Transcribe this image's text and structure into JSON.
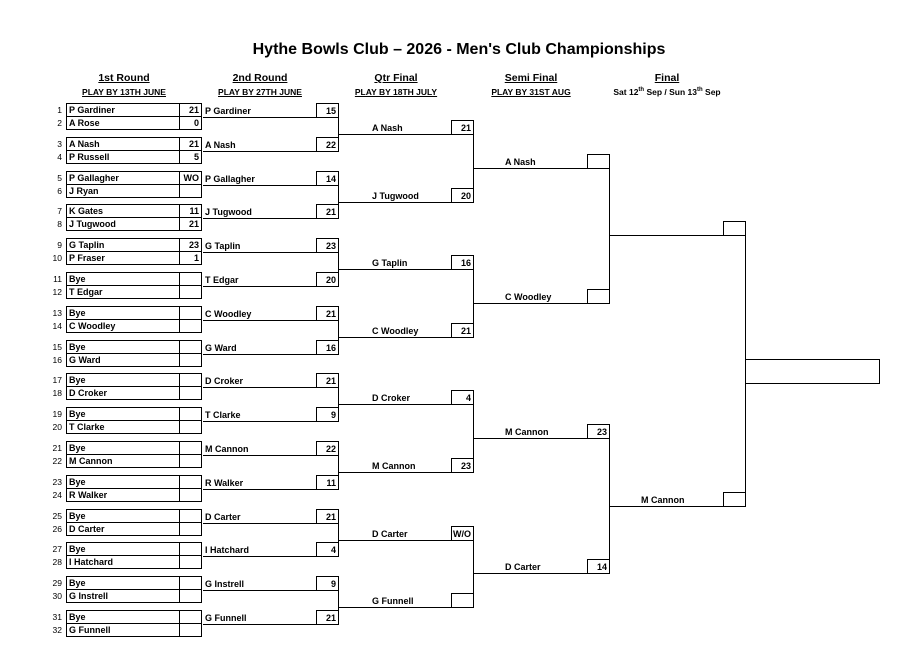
{
  "title": "Hythe Bowls Club – 2026 - Men's Club Championships",
  "rounds": [
    {
      "name": "1st Round",
      "deadline": "PLAY BY 13TH JUNE"
    },
    {
      "name": "2nd Round",
      "deadline": "PLAY BY 27TH JUNE"
    },
    {
      "name": "Qtr Final",
      "deadline": "PLAY BY 18TH JULY"
    },
    {
      "name": "Semi Final",
      "deadline": "PLAY BY 31ST AUG"
    },
    {
      "name": "Final",
      "deadline_parts": [
        "Sat 12",
        "th",
        " Sep / Sun 13",
        "th",
        " Sep"
      ]
    }
  ],
  "round1": [
    {
      "seed": "1",
      "name": "P Gardiner",
      "score": "21"
    },
    {
      "seed": "2",
      "name": "A Rose",
      "score": "0"
    },
    {
      "seed": "3",
      "name": "A Nash",
      "score": "21"
    },
    {
      "seed": "4",
      "name": "P Russell",
      "score": "5"
    },
    {
      "seed": "5",
      "name": "P Gallagher",
      "score": "WO"
    },
    {
      "seed": "6",
      "name": "J Ryan",
      "score": ""
    },
    {
      "seed": "7",
      "name": "K Gates",
      "score": "11"
    },
    {
      "seed": "8",
      "name": "J Tugwood",
      "score": "21"
    },
    {
      "seed": "9",
      "name": "G Taplin",
      "score": "23"
    },
    {
      "seed": "10",
      "name": "P Fraser",
      "score": "1"
    },
    {
      "seed": "11",
      "name": "Bye",
      "score": ""
    },
    {
      "seed": "12",
      "name": "T Edgar",
      "score": ""
    },
    {
      "seed": "13",
      "name": "Bye",
      "score": ""
    },
    {
      "seed": "14",
      "name": "C Woodley",
      "score": ""
    },
    {
      "seed": "15",
      "name": "Bye",
      "score": ""
    },
    {
      "seed": "16",
      "name": "G Ward",
      "score": ""
    },
    {
      "seed": "17",
      "name": "Bye",
      "score": ""
    },
    {
      "seed": "18",
      "name": "D Croker",
      "score": ""
    },
    {
      "seed": "19",
      "name": "Bye",
      "score": ""
    },
    {
      "seed": "20",
      "name": "T Clarke",
      "score": ""
    },
    {
      "seed": "21",
      "name": "Bye",
      "score": ""
    },
    {
      "seed": "22",
      "name": "M Cannon",
      "score": ""
    },
    {
      "seed": "23",
      "name": "Bye",
      "score": ""
    },
    {
      "seed": "24",
      "name": "R Walker",
      "score": ""
    },
    {
      "seed": "25",
      "name": "Bye",
      "score": ""
    },
    {
      "seed": "26",
      "name": "D Carter",
      "score": ""
    },
    {
      "seed": "27",
      "name": "Bye",
      "score": ""
    },
    {
      "seed": "28",
      "name": "I Hatchard",
      "score": ""
    },
    {
      "seed": "29",
      "name": "Bye",
      "score": ""
    },
    {
      "seed": "30",
      "name": "G Instrell",
      "score": ""
    },
    {
      "seed": "31",
      "name": "Bye",
      "score": ""
    },
    {
      "seed": "32",
      "name": "G Funnell",
      "score": ""
    }
  ],
  "round2": [
    {
      "name": "P Gardiner",
      "score": "15"
    },
    {
      "name": "A Nash",
      "score": "22"
    },
    {
      "name": "P Gallagher",
      "score": "14"
    },
    {
      "name": "J Tugwood",
      "score": "21"
    },
    {
      "name": "G Taplin",
      "score": "23"
    },
    {
      "name": "T Edgar",
      "score": "20"
    },
    {
      "name": "C Woodley",
      "score": "21"
    },
    {
      "name": "G Ward",
      "score": "16"
    },
    {
      "name": "D Croker",
      "score": "21"
    },
    {
      "name": "T Clarke",
      "score": "9"
    },
    {
      "name": "M Cannon",
      "score": "22"
    },
    {
      "name": "R Walker",
      "score": "11"
    },
    {
      "name": "D Carter",
      "score": "21"
    },
    {
      "name": "I Hatchard",
      "score": "4"
    },
    {
      "name": "G Instrell",
      "score": "9"
    },
    {
      "name": "G Funnell",
      "score": "21"
    }
  ],
  "quarter_finals": [
    {
      "name": "A Nash",
      "score": "21"
    },
    {
      "name": "J Tugwood",
      "score": "20"
    },
    {
      "name": "G Taplin",
      "score": "16"
    },
    {
      "name": "C Woodley",
      "score": "21"
    },
    {
      "name": "D Croker",
      "score": "4"
    },
    {
      "name": "M Cannon",
      "score": "23"
    },
    {
      "name": "D Carter",
      "score": "W/O"
    },
    {
      "name": "G Funnell",
      "score": ""
    }
  ],
  "semi_finals": [
    {
      "name": "A Nash",
      "score": ""
    },
    {
      "name": "C Woodley",
      "score": ""
    },
    {
      "name": "M Cannon",
      "score": "23"
    },
    {
      "name": "D Carter",
      "score": "14"
    }
  ],
  "final": [
    {
      "name": "",
      "score": ""
    },
    {
      "name": "M Cannon",
      "score": ""
    }
  ],
  "champion": {
    "name": ""
  }
}
